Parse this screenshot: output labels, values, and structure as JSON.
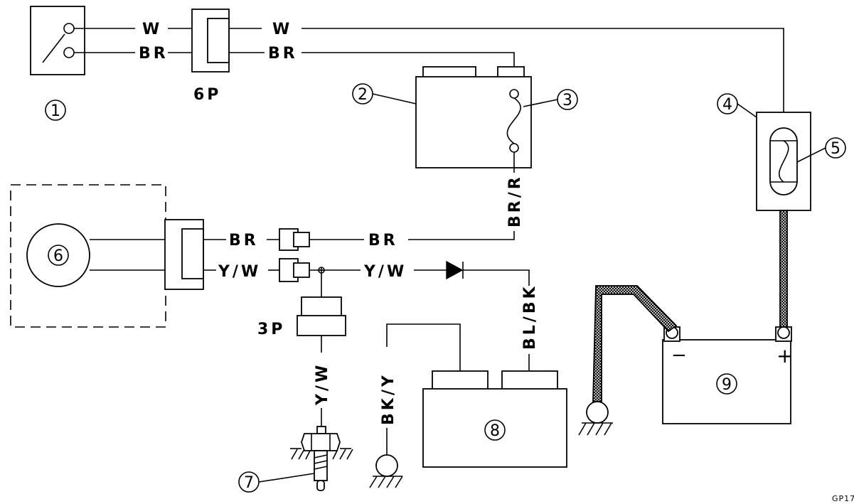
{
  "wires": {
    "w_left": "W",
    "w_right": "W",
    "br_left": "BR",
    "br_right": "BR",
    "br_mid": "BR",
    "br_fuse": "BR",
    "br_r": "BR/R",
    "yw_left": "Y/W",
    "yw_mid": "Y/W",
    "yw_down": "Y/W",
    "bl_bk": "BL/BK",
    "bk_y": "BK/Y"
  },
  "connectors": {
    "six_pin": "6P",
    "three_pin": "3P"
  },
  "callouts": [
    "1",
    "2",
    "3",
    "4",
    "5",
    "6",
    "7",
    "8",
    "9"
  ],
  "battery": {
    "minus": "−",
    "plus": "+"
  },
  "figure_code": "GP17"
}
